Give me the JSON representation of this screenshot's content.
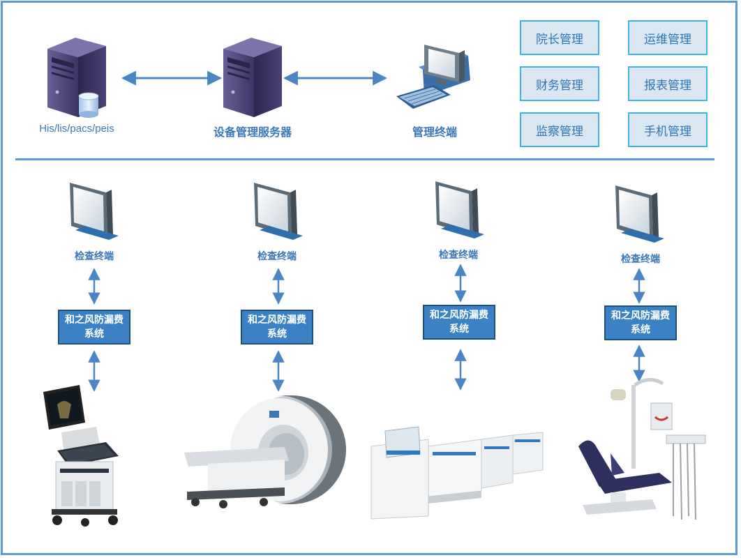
{
  "top": {
    "his_label": "His/lis/pacs/peis",
    "server_label": "设备管理服务器",
    "terminal_label": "管理终端"
  },
  "management_modules": [
    "院长管理",
    "运维管理",
    "财务管理",
    "报表管理",
    "监察管理",
    "手机管理"
  ],
  "stations": [
    {
      "terminal_label": "检查终端",
      "system_label": "和之风防漏费系统",
      "device_icon": "ultrasound-machine-icon"
    },
    {
      "terminal_label": "检查终端",
      "system_label": "和之风防漏费系统",
      "device_icon": "mri-scanner-icon"
    },
    {
      "terminal_label": "检查终端",
      "system_label": "和之风防漏费系统",
      "device_icon": "lab-analyzer-line-icon"
    },
    {
      "terminal_label": "检查终端",
      "system_label": "和之风防漏费系统",
      "device_icon": "dental-chair-icon"
    }
  ],
  "colors": {
    "accent": "#5b9bd5",
    "box_fill": "#3b82c4",
    "box_border": "#1f4e79",
    "module_fill": "#dbe6f3",
    "module_border": "#3fb3e8",
    "text_blue": "#3a78b8"
  }
}
